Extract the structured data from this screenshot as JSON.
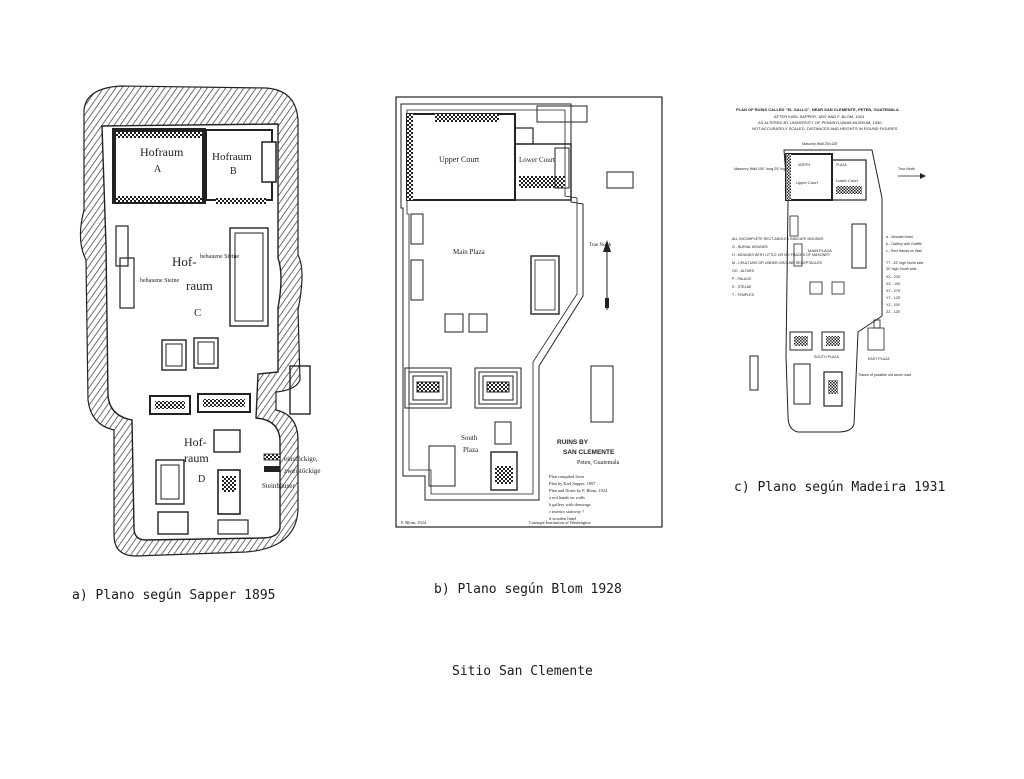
{
  "colors": {
    "ink": "#222222",
    "paper": "#ffffff",
    "dark_fill": "#3a3a3a"
  },
  "plan_a": {
    "labels": {
      "hofraum_a": "Hofraum",
      "a": "A",
      "hofraum_b": "Hofraum",
      "b": "B",
      "hof": "Hof-",
      "raum": "raum",
      "c": "C",
      "hof_d": "Hof-",
      "raum_d": "raum",
      "d": "D",
      "behauene_steine_l": "behauene Steine",
      "behauene_steine_r": "behauene Steine",
      "legend_1": "einstöckige,",
      "legend_2": "zweistöckige",
      "legend_3": "Steinhäuser"
    }
  },
  "plan_b": {
    "labels": {
      "upper_court": "Upper Court",
      "lower_court": "Lower Court",
      "main_plaza": "Main Plaza",
      "south_plaza_1": "South",
      "south_plaza_2": "Plaza",
      "true_north": "True North",
      "ruins_1": "RUINS BY",
      "ruins_2": "SAN CLEMENTE",
      "ruins_3": "Peten, Guatemala",
      "compiled_1": "Plan compiled from",
      "compiled_2": "Plan by Karl Sapper, 1897",
      "compiled_3": "Plan and Notes by F. Blom, 1924",
      "note_a": "a  red hands on walls",
      "note_b": "b  gallery with drawings",
      "note_c": "c  interior stairway ?",
      "note_d": "d  wooden lintel",
      "signature": "F. Blom, 1924",
      "institution": "Carnegie Institution of Washington"
    }
  },
  "plan_c": {
    "labels": {
      "title_1": "PLAN OF RUINS CALLED \"EL GALLO\", NEAR SAN CLEMENTE, PETEN, GUATEMALA",
      "title_2": "AFTER KARL SAPPER, 1897 AND F. BLOM, 1924",
      "title_3": "AS ALTERED BY UNIVERSITY OF PENNSYLVANIA MUSEUM, 1930",
      "title_4": "NOT ACCURATELY SCALED, DISTANCES AND HEIGHTS IN ROUND FIGURES",
      "masonry_wall": "Masonry Wall 25'x125'",
      "masonry_wall_l": "Masonry Wall 100' long 25' high",
      "north": "NORTH",
      "plaza": "PLAZA",
      "upper_court": "Upper Court",
      "lower_court": "Lower Court",
      "main_plaza": "MAIN PLAZA",
      "south_plaza": "SOUTH PLAZA",
      "east_plaza": "EAST PLAZA",
      "true_north": "True North",
      "legend_1": "ALL INCOMPLETE RECT-ANGLES INDICATE MOUNDS",
      "legend_2": "G - BURIAL MOUNDS",
      "legend_3": "H - MOUNDS WITH LITTLE OR NO TRACES OF MASONRY",
      "legend_4": "M - CHULTUNS OR UNDER-GROUND RECEPTACLES",
      "legend_5": "OO - ALTARS",
      "legend_6": "P - PALACE",
      "legend_7": "S - STELAE",
      "legend_8": "T - TEMPLES",
      "key_a": "a - Wooden lintel",
      "key_b": "b - Gallery with Graffiti",
      "key_c": "c - Red Hands on Wall",
      "dim_1": "TT - 53' high North side",
      "dim_2": "     30' high South side",
      "dim_3": "XX - 230'",
      "dim_4": "XX - 100'",
      "dim_5": "XY - 275'",
      "dim_6": "YY - 125'",
      "dim_7": "YZ - 200'",
      "dim_8": "ZZ - 125'",
      "traces": "Traces of possible old stone road"
    }
  },
  "captions": {
    "a": "a) Plano según Sapper 1895",
    "b": "b) Plano según Blom 1928",
    "c": "c) Plano según Madeira 1931",
    "site": "Sitio San Clemente"
  }
}
